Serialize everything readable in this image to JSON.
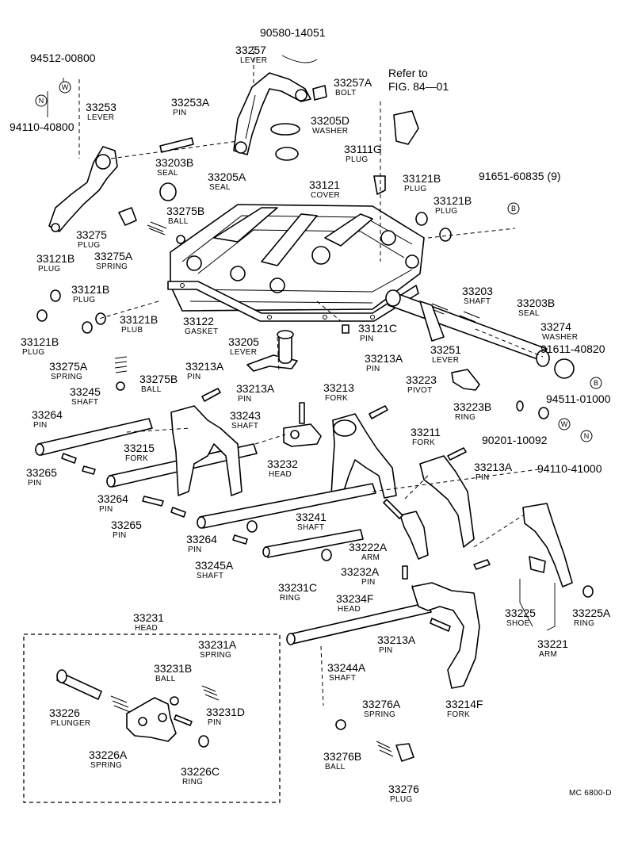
{
  "diagram": {
    "refer_line1": "Refer to",
    "refer_line2": "FIG. 84—01",
    "footer_code": "MC 6800-D",
    "symbols": {
      "washer": "W",
      "nut": "N",
      "bolt": "B"
    }
  },
  "labels": {
    "l90580": {
      "num": "90580-14051",
      "sub": ""
    },
    "l33257": {
      "num": "33257",
      "sub": "LEVER"
    },
    "l94512": {
      "num": "94512-00800",
      "sub": ""
    },
    "l33253": {
      "num": "33253",
      "sub": "LEVER"
    },
    "l94110a": {
      "num": "94110-40800",
      "sub": ""
    },
    "l33257A": {
      "num": "33257A",
      "sub": "BOLT"
    },
    "l33253A": {
      "num": "33253A",
      "sub": "PIN"
    },
    "l33205D": {
      "num": "33205D",
      "sub": "WASHER"
    },
    "l33203Btop": {
      "num": "33203B",
      "sub": "SEAL"
    },
    "l33111G": {
      "num": "33111G",
      "sub": "PLUG"
    },
    "l33205A": {
      "num": "33205A",
      "sub": "SEAL"
    },
    "l33121": {
      "num": "33121",
      "sub": "COVER"
    },
    "l33121Ba": {
      "num": "33121B",
      "sub": "PLUG"
    },
    "l91651": {
      "num": "91651-60835 (9)",
      "sub": ""
    },
    "l33121Bb": {
      "num": "33121B",
      "sub": "PLUG"
    },
    "l33275B": {
      "num": "33275B",
      "sub": "BALL"
    },
    "l33275": {
      "num": "33275",
      "sub": "PLUG"
    },
    "l33275A": {
      "num": "33275A",
      "sub": "SPRING"
    },
    "l33121Bc": {
      "num": "33121B",
      "sub": "PLUG"
    },
    "l33121Bd": {
      "num": "33121B",
      "sub": "PLUG"
    },
    "l33203": {
      "num": "33203",
      "sub": "SHAFT"
    },
    "l33203Bright": {
      "num": "33203B",
      "sub": "SEAL"
    },
    "l33121Be": {
      "num": "33121B",
      "sub": "PLUB"
    },
    "l33122": {
      "num": "33122",
      "sub": "GASKET"
    },
    "l33274": {
      "num": "33274",
      "sub": "WASHER"
    },
    "l33121Bf": {
      "num": "33121B",
      "sub": "PLUG"
    },
    "l33205": {
      "num": "33205",
      "sub": "LEVER"
    },
    "l33121C": {
      "num": "33121C",
      "sub": "PIN"
    },
    "l33251": {
      "num": "33251",
      "sub": "LEVER"
    },
    "l91611": {
      "num": "91611-40820",
      "sub": ""
    },
    "l33275Aleft": {
      "num": "33275A",
      "sub": "SPRING"
    },
    "l33213Aa": {
      "num": "33213A",
      "sub": "PIN"
    },
    "l33213Ab": {
      "num": "33213A",
      "sub": "PIN"
    },
    "l33213": {
      "num": "33213",
      "sub": "FORK"
    },
    "l33213Ac": {
      "num": "33213A",
      "sub": "PIN"
    },
    "l33223": {
      "num": "33223",
      "sub": "PIVOT"
    },
    "l33275Bleft": {
      "num": "33275B",
      "sub": "BALL"
    },
    "l33245": {
      "num": "33245",
      "sub": "SHAFT"
    },
    "l94511": {
      "num": "94511-01000",
      "sub": ""
    },
    "l33223B": {
      "num": "33223B",
      "sub": "RING"
    },
    "l33243": {
      "num": "33243",
      "sub": "SHAFT"
    },
    "l33264a": {
      "num": "33264",
      "sub": "PIN"
    },
    "l90201": {
      "num": "90201-10092",
      "sub": ""
    },
    "l33211": {
      "num": "33211",
      "sub": "FORK"
    },
    "l33215": {
      "num": "33215",
      "sub": "FORK"
    },
    "l33232": {
      "num": "33232",
      "sub": "HEAD"
    },
    "l94110b": {
      "num": "94110-41000",
      "sub": ""
    },
    "l33265a": {
      "num": "33265",
      "sub": "PIN"
    },
    "l33213Ad": {
      "num": "33213A",
      "sub": "PIN"
    },
    "l33264b": {
      "num": "33264",
      "sub": "PIN"
    },
    "l33241": {
      "num": "33241",
      "sub": "SHAFT"
    },
    "l33265b": {
      "num": "33265",
      "sub": "PIN"
    },
    "l33264c": {
      "num": "33264",
      "sub": "PIN"
    },
    "l33222A": {
      "num": "33222A",
      "sub": "ARM"
    },
    "l33245A": {
      "num": "33245A",
      "sub": "SHAFT"
    },
    "l33232A": {
      "num": "33232A",
      "sub": "PIN"
    },
    "l33231C": {
      "num": "33231C",
      "sub": "RING"
    },
    "l33234F": {
      "num": "33234F",
      "sub": "HEAD"
    },
    "l33225": {
      "num": "33225",
      "sub": "SHOE"
    },
    "l33225A": {
      "num": "33225A",
      "sub": "RING"
    },
    "l33231": {
      "num": "33231",
      "sub": "HEAD"
    },
    "l33221": {
      "num": "33221",
      "sub": "ARM"
    },
    "l33213Ae": {
      "num": "33213A",
      "sub": "PIN"
    },
    "l33231A": {
      "num": "33231A",
      "sub": "SPRING"
    },
    "l33244A": {
      "num": "33244A",
      "sub": "SHAFT"
    },
    "l33231B": {
      "num": "33231B",
      "sub": "BALL"
    },
    "l33214F": {
      "num": "33214F",
      "sub": "FORK"
    },
    "l33226": {
      "num": "33226",
      "sub": "PLUNGER"
    },
    "l33231D": {
      "num": "33231D",
      "sub": "PIN"
    },
    "l33276A": {
      "num": "33276A",
      "sub": "SPRING"
    },
    "l33226A": {
      "num": "33226A",
      "sub": "SPRING"
    },
    "l33226C": {
      "num": "33226C",
      "sub": "RING"
    },
    "l33276B": {
      "num": "33276B",
      "sub": "BALL"
    },
    "l33276": {
      "num": "33276",
      "sub": "PLUG"
    }
  }
}
